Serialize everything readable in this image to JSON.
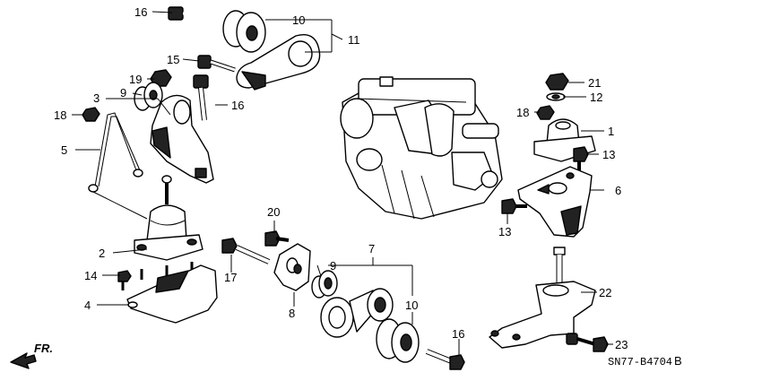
{
  "callouts": {
    "c1": "1",
    "c2": "2",
    "c3": "3",
    "c4": "4",
    "c5": "5",
    "c6": "6",
    "c7": "7",
    "c8": "8",
    "c9a": "9",
    "c9b": "9",
    "c10a": "10",
    "c10b": "10",
    "c11": "11",
    "c12": "12",
    "c13a": "13",
    "c13b": "13",
    "c14": "14",
    "c15": "15",
    "c16a": "16",
    "c16b": "16",
    "c16c": "16",
    "c17": "17",
    "c18a": "18",
    "c18b": "18",
    "c19": "19",
    "c20": "20",
    "c21": "21",
    "c22": "22",
    "c23": "23"
  },
  "front_indicator": "FR.",
  "diagram_code": "SN77-B4704",
  "diagram_code_suffix": "B"
}
